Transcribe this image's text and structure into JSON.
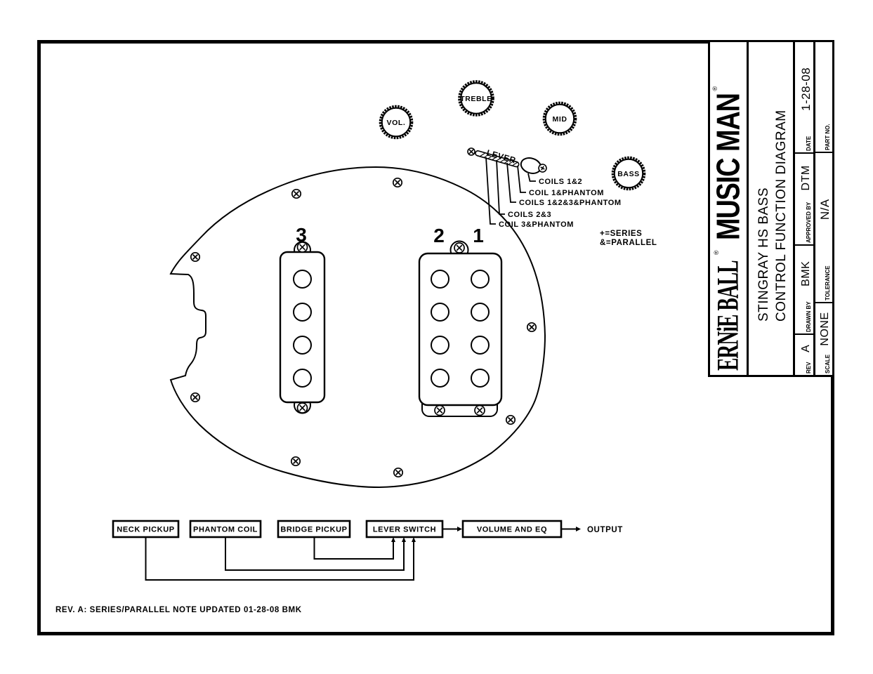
{
  "drawing": {
    "pickup_numbers": [
      "3",
      "2",
      "1"
    ],
    "knobs": [
      "VOL.",
      "TREBLE",
      "MID",
      "BASS"
    ],
    "lever_label": "LEVER",
    "switch_positions": [
      "COILS 1&2",
      "COIL 1&PHANTOM",
      "COILS 1&2&3&PHANTOM",
      "COILS 2&3",
      "COIL 3&PHANTOM"
    ],
    "series_note": [
      "+=SERIES",
      "&=PARALLEL"
    ],
    "revision_note": "REV. A: SERIES/PARALLEL NOTE UPDATED 01-28-08 BMK"
  },
  "flow": {
    "boxes": [
      "NECK PICKUP",
      "PHANTOM COIL",
      "BRIDGE PICKUP",
      "LEVER SWITCH",
      "VOLUME AND EQ"
    ],
    "output_label": "OUTPUT"
  },
  "titleblock": {
    "brand": {
      "ernie": "ERNiE BALL",
      "reg1": "®",
      "musicman": "MUSIC MAN",
      "reg2": "®"
    },
    "title_line1": "STINGRAY HS BASS",
    "title_line2": "CONTROL FUNCTION DIAGRAM",
    "rev": {
      "label": "REV",
      "value": "A"
    },
    "drawn": {
      "label": "DRAWN BY",
      "value": "BMK"
    },
    "approved": {
      "label": "APPROVED BY",
      "value": "DTM"
    },
    "date": {
      "label": "DATE",
      "value": "1-28-08"
    },
    "scale": {
      "label": "SCALE",
      "value": "NONE"
    },
    "tolerance": {
      "label": "TOLERANCE",
      "value": "N/A"
    },
    "part": {
      "label": "PART NO.",
      "value": ""
    }
  },
  "colors": {
    "ink": "#000000",
    "paper": "#ffffff"
  }
}
